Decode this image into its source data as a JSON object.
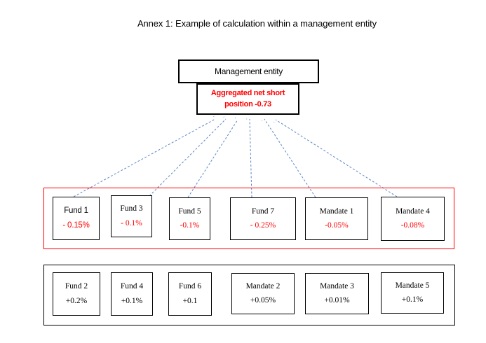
{
  "title": "Annex 1: Example of calculation within a management entity",
  "management_entity": {
    "label": "Management entity"
  },
  "aggregate": {
    "line1": "Aggregated net short",
    "line2": "position -0.73"
  },
  "short_positions_group": {
    "items": [
      {
        "name": "Fund 1",
        "value": "- 0.15%"
      },
      {
        "name": "Fund 3",
        "value": "- 0.1%"
      },
      {
        "name": "Fund 5",
        "value": "-0.1%"
      },
      {
        "name": "Fund 7",
        "value": "- 0.25%"
      },
      {
        "name": "Mandate 1",
        "value": "-0.05%"
      },
      {
        "name": "Mandate 4",
        "value": "-0.08%"
      }
    ]
  },
  "long_positions_group": {
    "items": [
      {
        "name": "Fund 2",
        "value": "+0.2%"
      },
      {
        "name": "Fund 4",
        "value": "+0.1%"
      },
      {
        "name": "Fund 6",
        "value": "+0.1"
      },
      {
        "name": "Mandate 2",
        "value": "+0.05%"
      },
      {
        "name": "Mandate 3",
        "value": "+0.01%"
      },
      {
        "name": "Mandate 5",
        "value": "+0.1%"
      }
    ]
  },
  "colors": {
    "negative_text": "#ff0000",
    "short_group_border": "#ff0000",
    "box_border": "#000000",
    "arrow": "#5b87c5",
    "background": "#ffffff"
  }
}
